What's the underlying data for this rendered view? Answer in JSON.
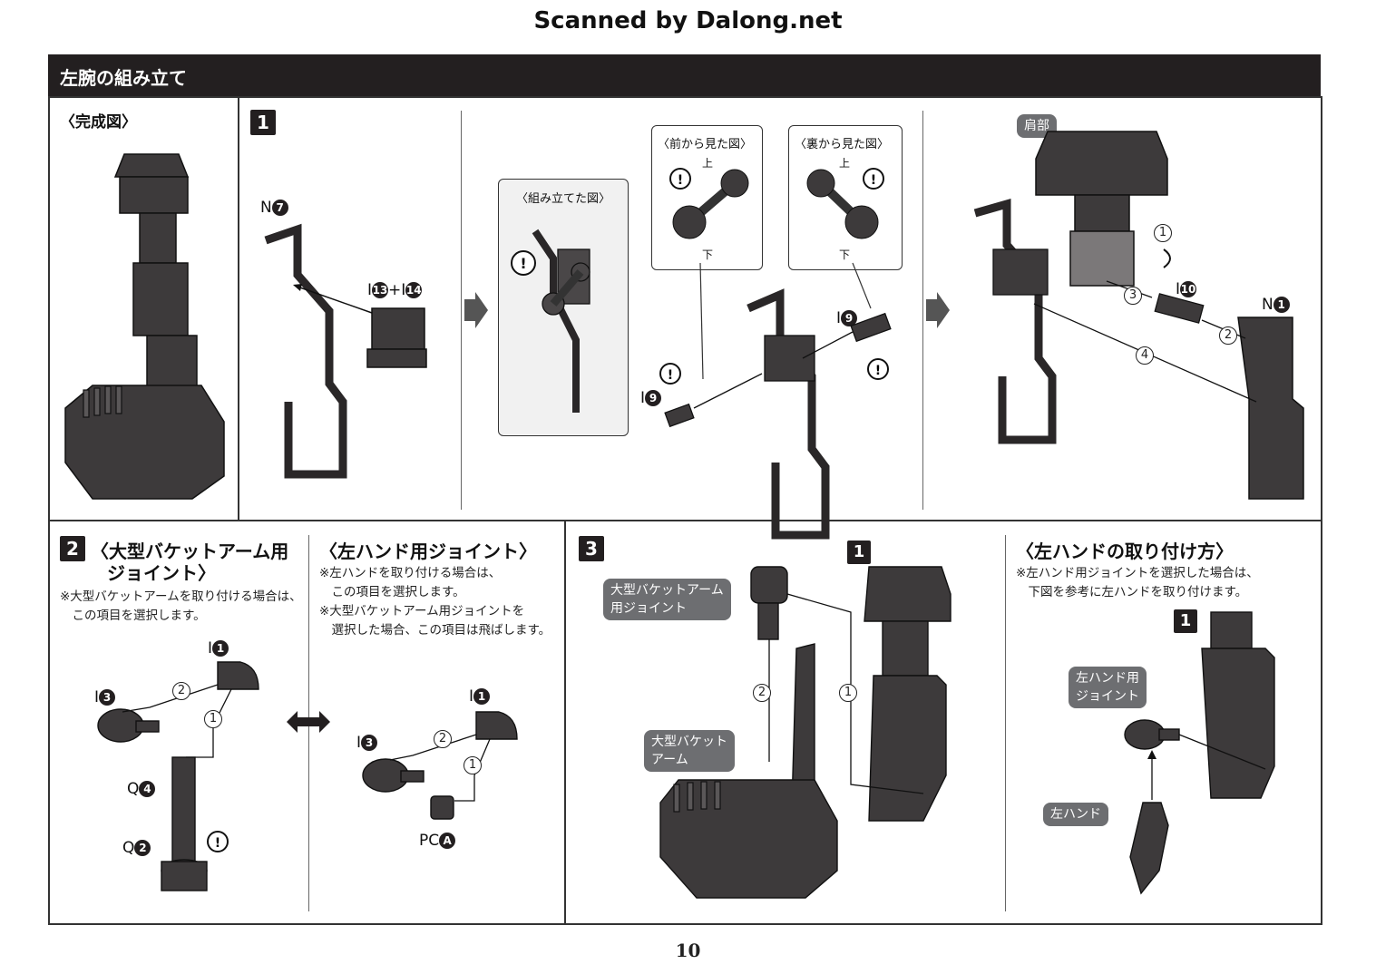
{
  "scan_credit": "Scanned by Dalong.net",
  "header": {
    "title": "左腕の組み立て"
  },
  "completed": {
    "title": "〈完成図〉"
  },
  "step1": {
    "number": "1",
    "part_n7": "N",
    "part_n7_num": "7",
    "part_i13_i14": "I",
    "part_i13_num": "13",
    "part_i14_prefix": "+I",
    "part_i14_num": "14",
    "assembled_view": "〈組み立てた図〉",
    "front_view": "〈前から見た図〉",
    "back_view": "〈裏から見た図〉",
    "up": "上",
    "down": "下",
    "part_i9_left": "I",
    "part_i9_right": "I",
    "part_i9_num": "9",
    "shoulder_tag": "肩部",
    "part_i10": "I",
    "part_i10_num": "10",
    "part_n1": "N",
    "part_n1_num": "1",
    "order": [
      "1",
      "2",
      "3",
      "4"
    ]
  },
  "step2": {
    "number": "2",
    "title_line1": "〈大型バケットアーム用",
    "title_line2": "ジョイント〉",
    "note": "※大型バケットアームを取り付ける場合は、\n　この項目を選択します。",
    "part_i1": "I",
    "part_i1_num": "1",
    "part_i3": "I",
    "part_i3_num": "3",
    "part_q4": "Q",
    "part_q4_num": "4",
    "part_q2": "Q",
    "part_q2_num": "2",
    "order": [
      "1",
      "2"
    ]
  },
  "left_hand_joint": {
    "title": "〈左ハンド用ジョイント〉",
    "note": "※左ハンドを取り付ける場合は、\n　この項目を選択します。\n※大型バケットアーム用ジョイントを\n　選択した場合、この項目は飛ばします。",
    "part_i1": "I",
    "part_i1_num": "1",
    "part_i3": "I",
    "part_i3_num": "3",
    "part_pca": "PC",
    "part_pca_num": "A"
  },
  "step3": {
    "number": "3",
    "ref_step": "1",
    "tag_joint": "大型バケットアーム\n用ジョイント",
    "tag_bucket": "大型バケット\nアーム",
    "order": [
      "1",
      "2"
    ]
  },
  "left_hand_mount": {
    "title": "〈左ハンドの取り付け方〉",
    "note": "※左ハンド用ジョイントを選択した場合は、\n　下図を参考に左ハンドを取り付けます。",
    "ref_step": "1",
    "tag_joint": "左ハンド用\nジョイント",
    "tag_hand": "左ハンド"
  },
  "page_number": "10",
  "colors": {
    "header_bg": "#231f20",
    "part_dark": "#3d3a3b",
    "tag_grey": "#6d6e71"
  }
}
